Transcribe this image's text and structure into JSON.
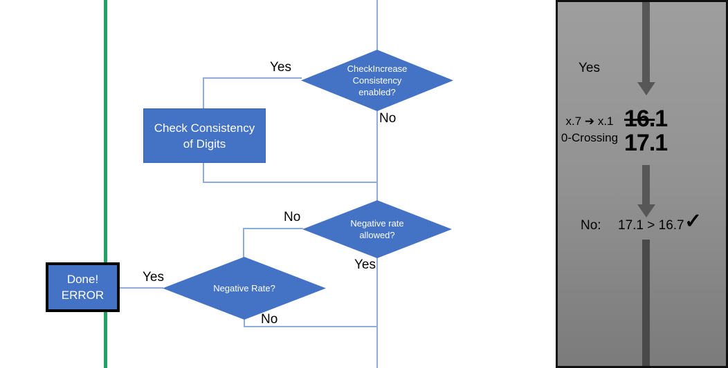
{
  "slide": {
    "flowchart": {
      "decision_check_increase": {
        "lines": [
          "CheckIncrease",
          "Consistency",
          "enabled?"
        ],
        "yes_label": "Yes",
        "no_label": "No"
      },
      "process_check_consistency": {
        "lines": [
          "Check Consistency",
          "of Digits"
        ]
      },
      "decision_negative_rate_allowed": {
        "lines": [
          "Negative rate",
          "allowed?"
        ],
        "no_label": "No",
        "yes_label": "Yes"
      },
      "decision_negative_rate": {
        "label": "Negative Rate?",
        "yes_label": "Yes",
        "no_label": "No"
      },
      "terminator_done_error": {
        "lines": [
          "Done!",
          "ERROR"
        ]
      }
    },
    "side_panel": {
      "yes_label": "Yes",
      "note_lines": [
        "x.7 ➔ x.1",
        "0-Crossing"
      ],
      "old_value_struck": "16.",
      "old_value_rest": "1",
      "new_value": "17.1",
      "result_prefix": "No:",
      "comparison": "17.1 > 16.7",
      "check_icon": "✓"
    },
    "colors": {
      "shape_blue": "#4472C4",
      "connector_blue": "#8FAADC",
      "timeline_green": "#21A164",
      "arrow_gray": "#575757",
      "panel_gray_top": "#9E9E9E",
      "panel_gray_bottom": "#7B7B7B"
    }
  }
}
